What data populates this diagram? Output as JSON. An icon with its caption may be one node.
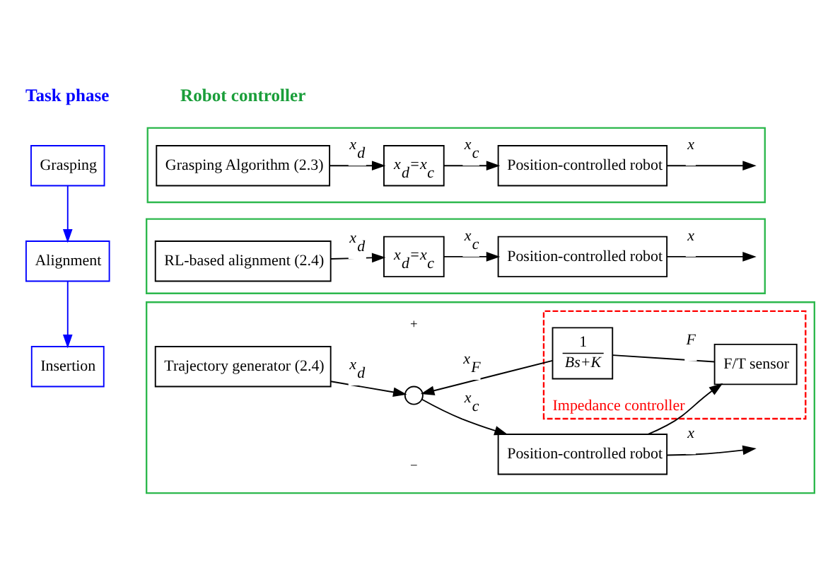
{
  "diagram": {
    "nodes": [
      {
        "text": [
          "Grasping"
        ]
      },
      {
        "text": [
          "Alignment"
        ]
      },
      {
        "text": [
          "Insertion"
        ]
      },
      {
        "text": [],
        "shape": "box"
      },
      {
        "text": [
          "Grasping Algorithm (2.3)"
        ],
        "in": 3
      },
      {
        "text": [
          "x$_{d}$=x$_{c}$"
        ],
        "in": 3
      },
      {
        "text": [
          "Position-controlled robot"
        ],
        "in": 3
      },
      {
        "text": [],
        "shape": "box"
      },
      {
        "text": [
          "RL-based alignment (2.4)"
        ],
        "in": 7
      },
      {
        "text": [
          "x$_{d}$=x$_{c}$"
        ],
        "in": 7
      },
      {
        "text": [
          "Position-controlled robot"
        ],
        "in": 7
      },
      {
        "text": [],
        "shape": "box"
      },
      {
        "text": [
          "Trajectory generator (2.4)"
        ],
        "in": 11
      },
      {
        "text": [],
        "shape": "circle",
        "in": 11
      },
      {
        "text": [
          "Position-controlled robot"
        ],
        "in": 11
      },
      {
        "text": [
          "Impedance controller"
        ],
        "in": 11
      },
      {
        "text": [
          "1",
          "Bs+K"
        ],
        "in": 15
      },
      {
        "text": [
          "F/T sensor"
        ],
        "in": 15
      }
    ],
    "edges": [
      {
        "from": 0,
        "to": 1,
        "arrow": "to",
        "color": "#0000ff"
      },
      {
        "from": 1,
        "to": 2,
        "arrow": "to",
        "color": "#0000ff"
      },
      {
        "from": 4,
        "to": 5,
        "arrow": "to",
        "label": "x$_{d}$"
      },
      {
        "from": 5,
        "to": 6,
        "arrow": "to",
        "label": "x$_{c}$"
      },
      {
        "from": 6,
        "to": null,
        "arrow": "to",
        "label": "x"
      },
      {
        "from": 8,
        "to": 9,
        "arrow": "to",
        "label": "x$_{d}$"
      },
      {
        "from": 9,
        "to": 10,
        "arrow": "to",
        "label": "x$_{c}$"
      },
      {
        "from": 10,
        "to": null,
        "arrow": "to",
        "label": "x"
      },
      {
        "from": 12,
        "to": 13,
        "arrow": "to",
        "label": "x$_{d}$"
      },
      {
        "from": 13,
        "to": 14,
        "arrow": "to",
        "label": "x$_{c}$"
      },
      {
        "from": 14,
        "to": null,
        "arrow": "to",
        "label": "x"
      },
      {
        "from": 14,
        "to": 17,
        "arrow": "to"
      },
      {
        "from": 17,
        "to": 16,
        "arrow": "none",
        "label": "F"
      },
      {
        "from": 16,
        "to": 13,
        "arrow": "to",
        "label": "x$_{F}$"
      }
    ],
    "labels": [
      "Task phase",
      "Robot controller",
      "+",
      "−"
    ]
  }
}
